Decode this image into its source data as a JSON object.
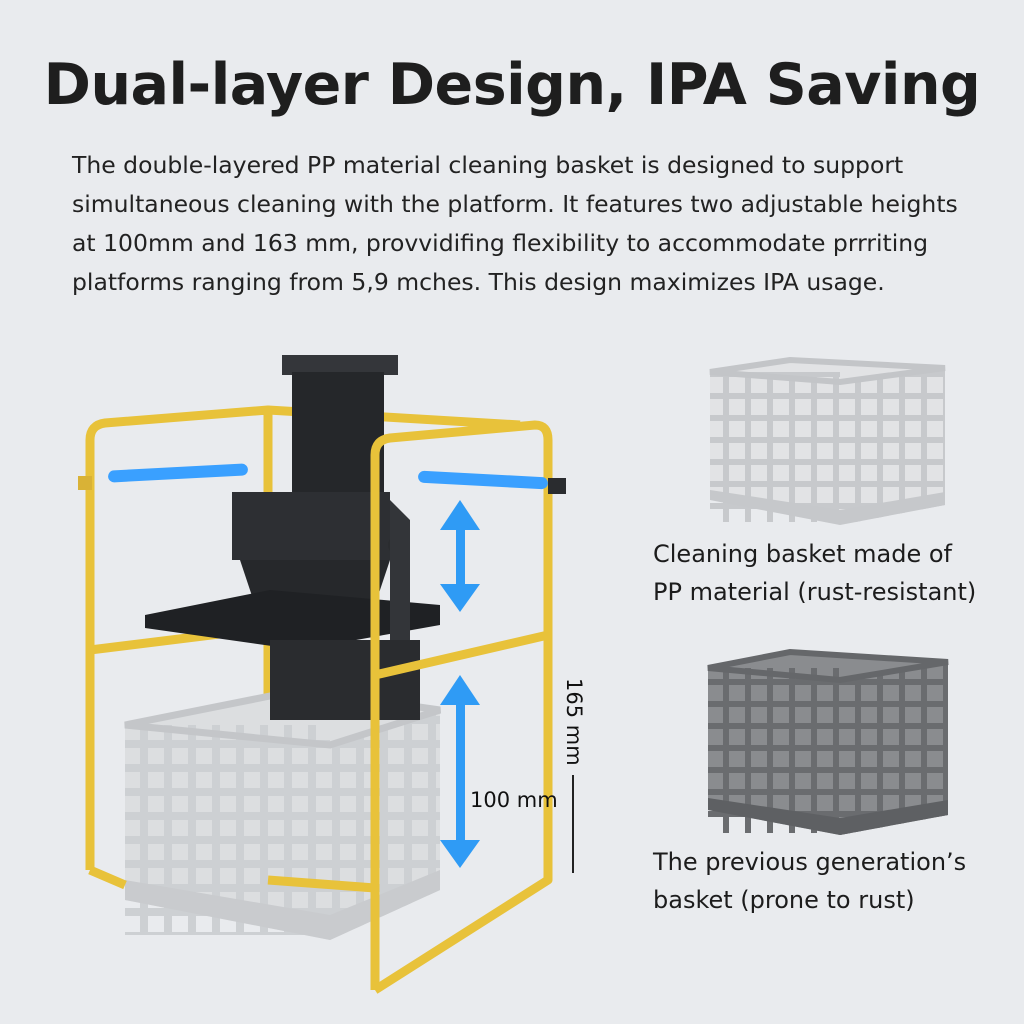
{
  "header": {
    "title": "Dual-layer Design, IPA Saving"
  },
  "description": {
    "lines": [
      "The double-layered PP material cleaning basket is designed to support",
      "simultaneous cleaning with the platform. It features two adjustable heights",
      "at 100mm and 163 mm, provvidifing flexibility to accommodate prrriting",
      "platforms ranging from 5,9 mches. This design maximizes IPA usage."
    ]
  },
  "dimensions": {
    "lower": "100 mm",
    "total": "165 mm"
  },
  "comparison": {
    "new_basket": {
      "lines": [
        "Cleaning basket made of",
        "PP material (rust-resistant)"
      ]
    },
    "old_basket": {
      "lines": [
        "The previous generation’s",
        "basket (prone to rust)"
      ]
    }
  },
  "colors": {
    "frame": "#e8c23a",
    "uv_light": "#3aa0ff",
    "arrow": "#2f9bf5",
    "printer": "#2a2c2f",
    "new_basket": "#c9cbce",
    "old_basket": "#6b6d70"
  }
}
